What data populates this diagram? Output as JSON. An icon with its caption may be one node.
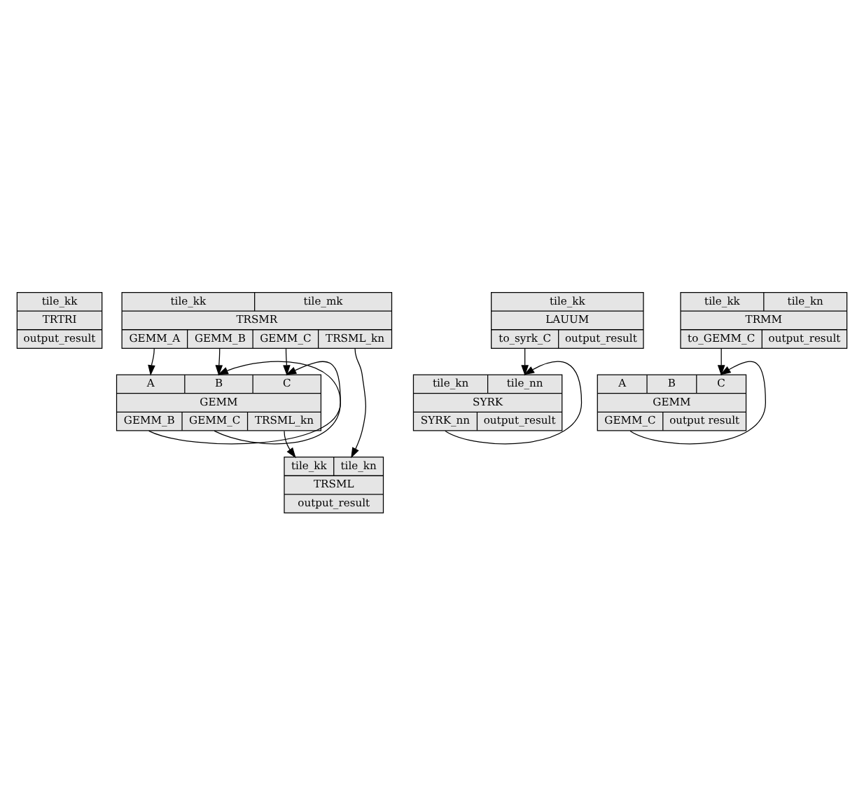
{
  "diagram": {
    "nodes": [
      {
        "text": [
          "tile_kk",
          "TRTRI",
          "output_result"
        ]
      },
      {
        "text": [
          "tile_kk",
          "tile_mk",
          "TRSMR",
          "GEMM_A",
          "GEMM_B",
          "GEMM_C",
          "TRSML_kn"
        ]
      },
      {
        "text": [
          "A",
          "B",
          "C",
          "GEMM",
          "GEMM_B",
          "GEMM_C",
          "TRSML_kn"
        ]
      },
      {
        "text": [
          "tile_kk",
          "tile_kn",
          "TRSML",
          "output_result"
        ]
      },
      {
        "text": [
          "tile_kk",
          "LAUUM",
          "to_syrk_C",
          "output_result"
        ]
      },
      {
        "text": [
          "tile_kk",
          "tile_kn",
          "TRMM",
          "to_GEMM_C",
          "output_result"
        ]
      },
      {
        "text": [
          "tile_kn",
          "tile_nn",
          "SYRK",
          "SYRK_nn",
          "output_result"
        ]
      },
      {
        "text": [
          "A",
          "B",
          "C",
          "GEMM",
          "GEMM_C",
          "output result"
        ]
      }
    ],
    "edges": [
      {
        "from": 1,
        "to": 2,
        "arrow": "to"
      },
      {
        "from": 1,
        "to": 2,
        "arrow": "to"
      },
      {
        "from": 1,
        "to": 2,
        "arrow": "to"
      },
      {
        "from": 1,
        "to": 3,
        "arrow": "to"
      },
      {
        "from": 2,
        "to": 2,
        "arrow": "to"
      },
      {
        "from": 2,
        "to": 2,
        "arrow": "to"
      },
      {
        "from": 2,
        "to": 3,
        "arrow": "to"
      },
      {
        "from": 4,
        "to": 6,
        "arrow": "to"
      },
      {
        "from": 6,
        "to": 6,
        "arrow": "to"
      },
      {
        "from": 5,
        "to": 7,
        "arrow": "to"
      },
      {
        "from": 7,
        "to": 7,
        "arrow": "to"
      }
    ]
  }
}
